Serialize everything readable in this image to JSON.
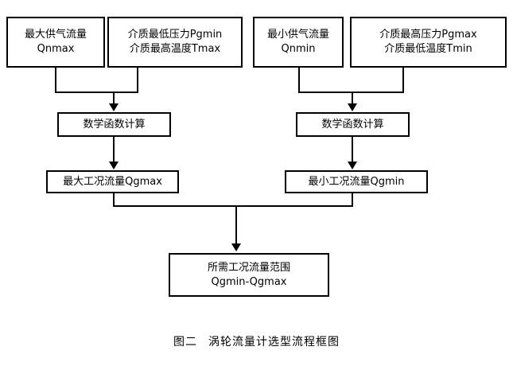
{
  "diagram": {
    "caption_label": "图二",
    "caption_title": "涡轮流量计选型流程框图",
    "colors": {
      "stroke": "#000000",
      "background": "#ffffff",
      "text": "#000000"
    },
    "nodes": {
      "max_supply_flow": {
        "line1": "最大供气流量",
        "line2": "Qnmax"
      },
      "min_pressure_max_temp": {
        "line1": "介质最低压力Pgmin",
        "line2": "介质最高温度Tmax"
      },
      "min_supply_flow": {
        "line1": "最小供气流量",
        "line2": "Qnmin"
      },
      "max_pressure_min_temp": {
        "line1": "介质最高压力Pgmax",
        "line2": "介质最低温度Tmin"
      },
      "math_function_left": {
        "line1": "数学函数计算"
      },
      "math_function_right": {
        "line1": "数学函数计算"
      },
      "result_max_flow": {
        "line1": "最大工况流量Qgmax"
      },
      "result_min_flow": {
        "line1": "最小工况流量Qgmin"
      },
      "required_flow_range": {
        "line1": "所需工况流量范围",
        "line2": "Qgmin-Qgmax"
      }
    }
  }
}
